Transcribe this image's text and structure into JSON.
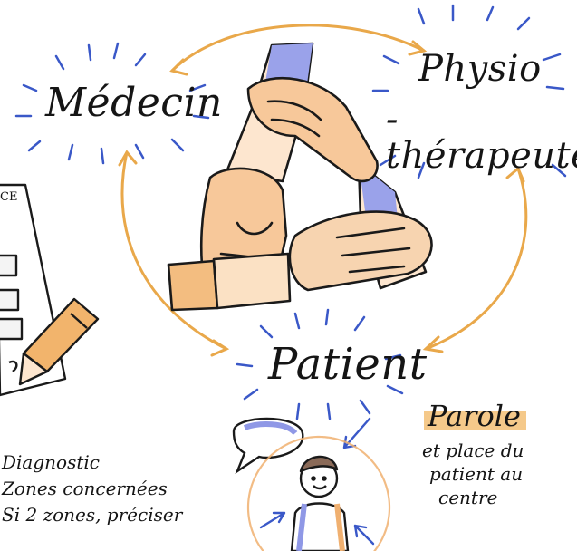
{
  "roles": {
    "doctor": "Médecin",
    "physio_line1": "Physio",
    "physio_line2": "-thérapeute",
    "patient": "Patient"
  },
  "form_fragment": "CE",
  "diagnostic_list": [
    "Diagnostic",
    "Zones concernées",
    "Si 2 zones, préciser"
  ],
  "parole": {
    "title": "Parole",
    "subtitle_lines": [
      "et place du",
      "patient au",
      "centre"
    ]
  },
  "colors": {
    "arrow": "#e9a84a",
    "skin_orange": "#f0b070",
    "sleeve_blue": "#8f98e6",
    "ray_blue": "#3a58c8",
    "highlight": "#f5c98a"
  }
}
